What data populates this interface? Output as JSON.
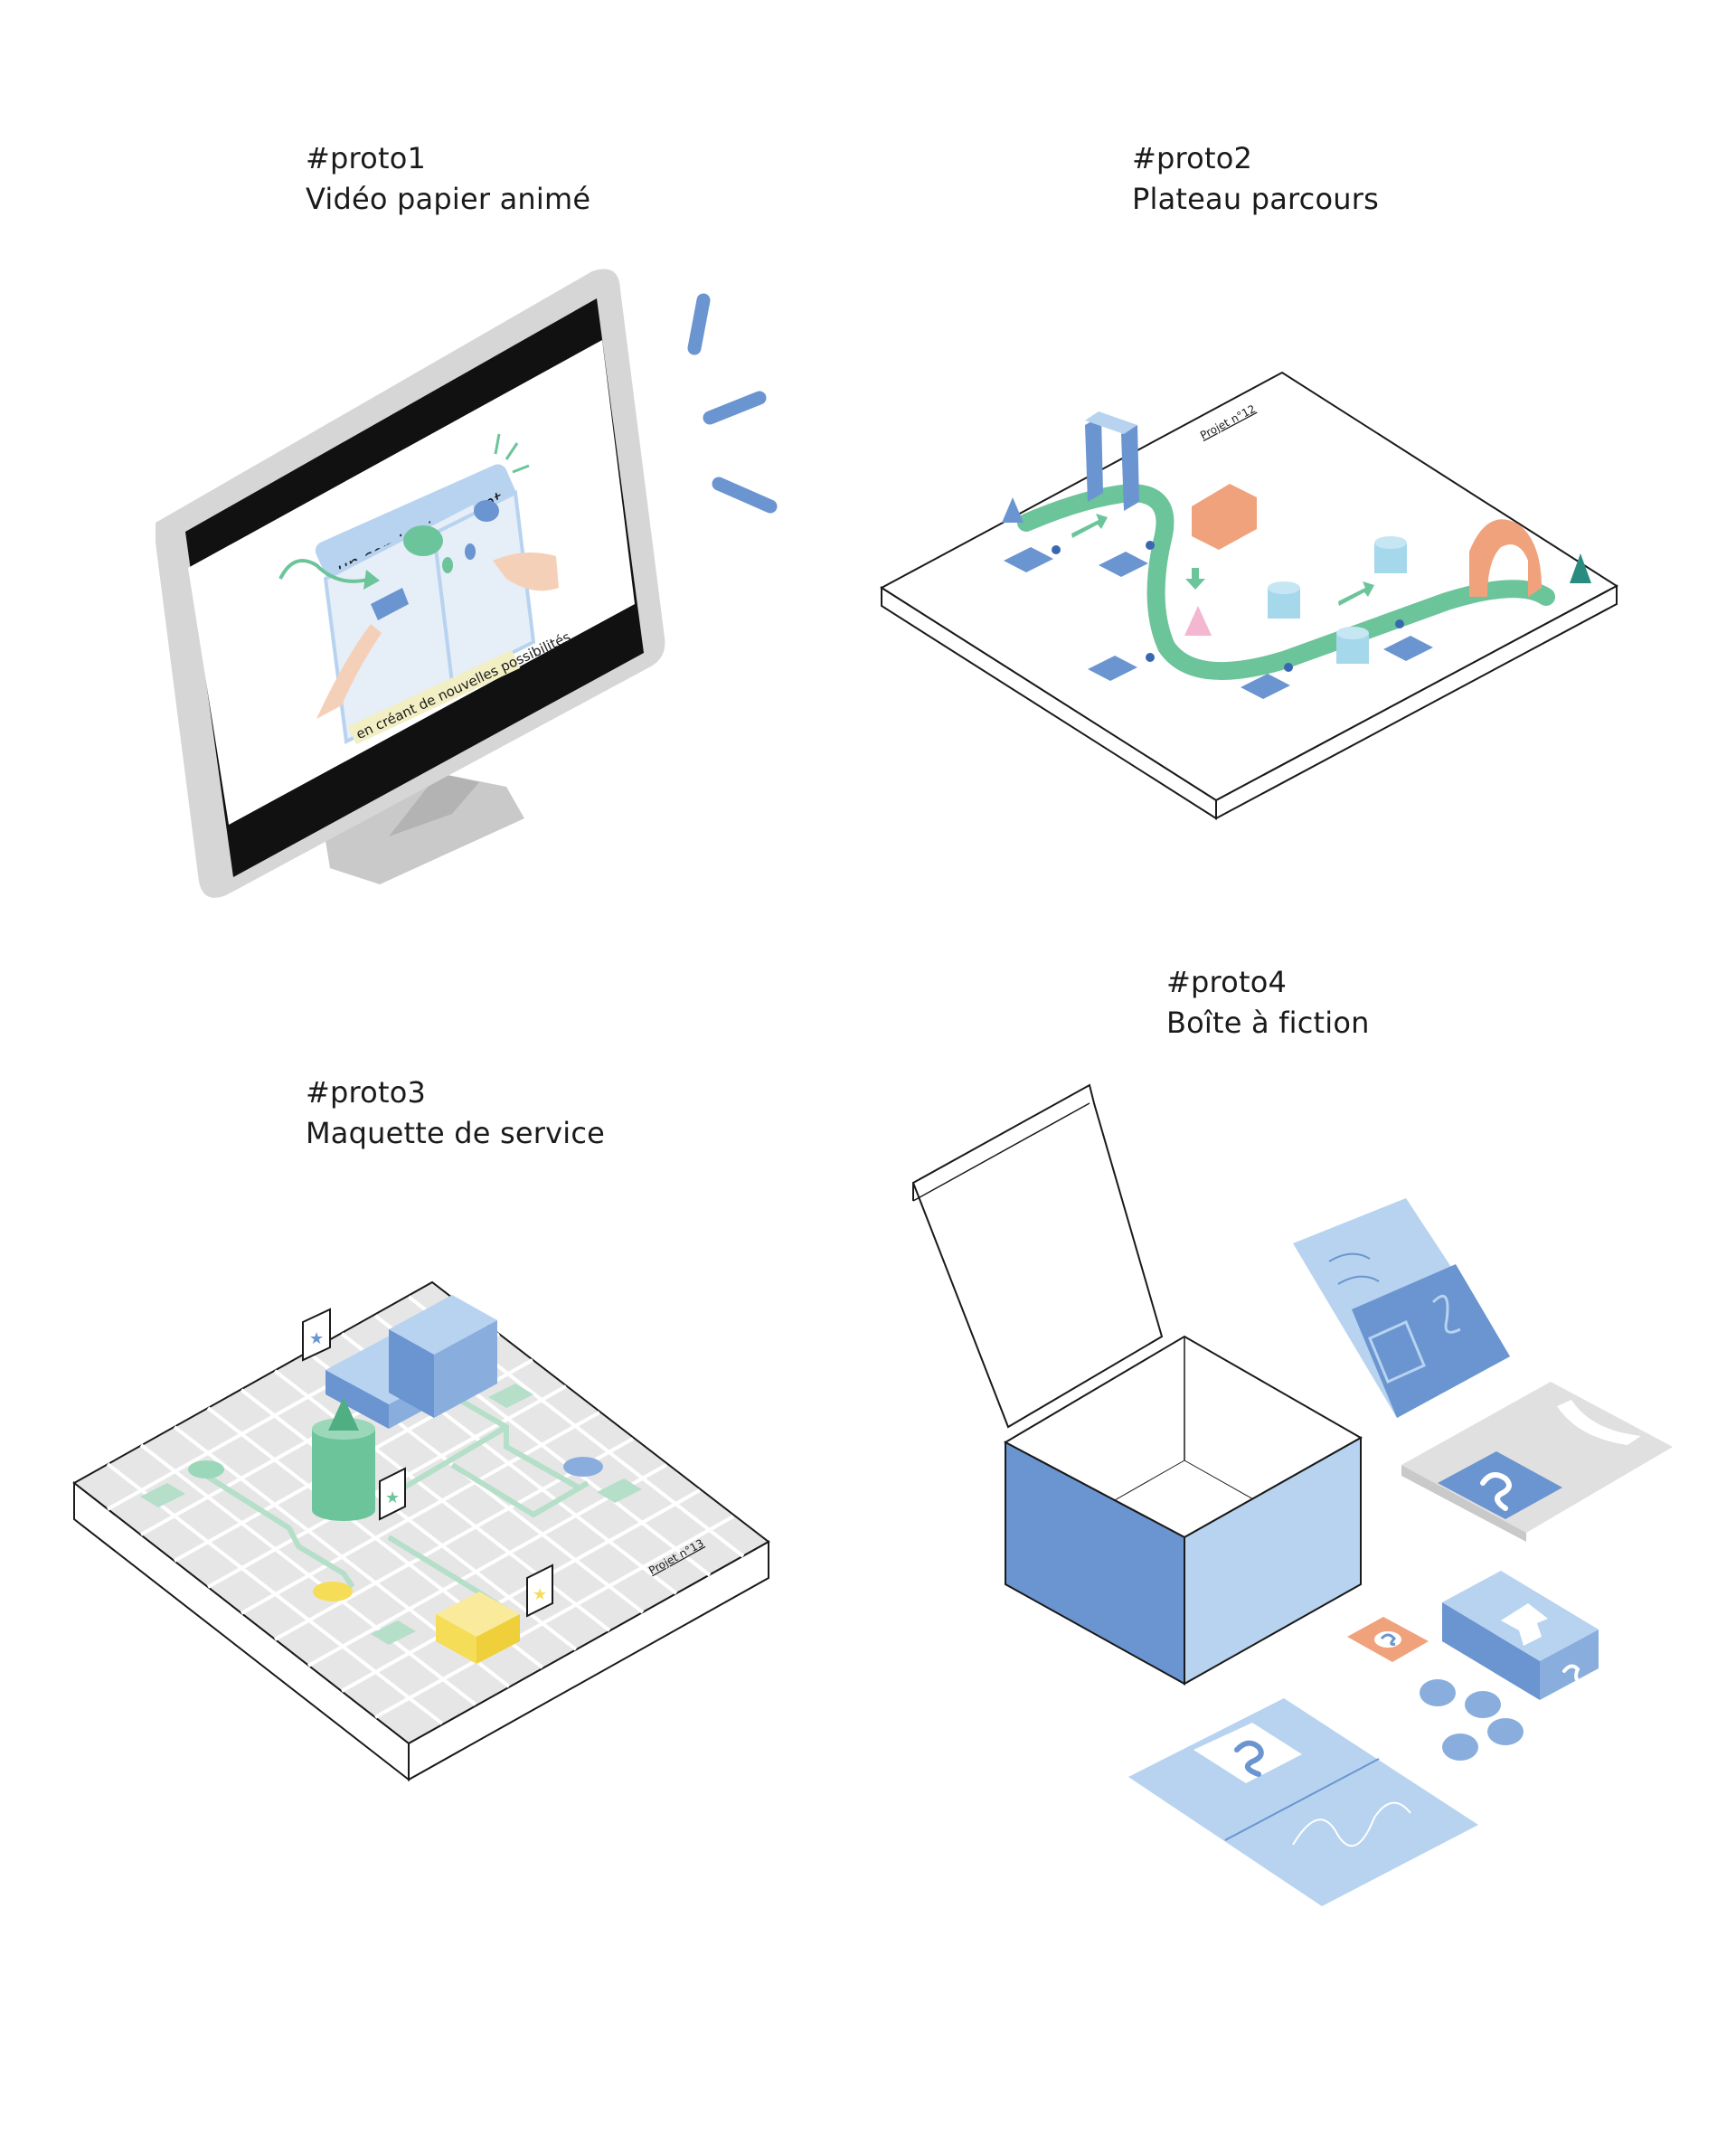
{
  "protos": [
    {
      "tag": "#proto1",
      "title": "Vidéo papier animé"
    },
    {
      "tag": "#proto2",
      "title": "Plateau parcours"
    },
    {
      "tag": "#proto3",
      "title": "Maquette de service"
    },
    {
      "tag": "#proto4",
      "title": "Boîte à fiction"
    }
  ],
  "screen": {
    "headline": "un service innovant",
    "subtitle": "en créant de nouvelles possibilités."
  },
  "boards": {
    "board2_label": "Projet n°12",
    "board3_label": "Projet n°13"
  },
  "colors": {
    "blue": "#6a95d0",
    "light_blue": "#b7d3f0",
    "green": "#6cc49a",
    "salmon": "#f0a27c",
    "yellow": "#f6dd58",
    "grey": "#d9d9d9",
    "cyan": "#a6d8ec"
  }
}
